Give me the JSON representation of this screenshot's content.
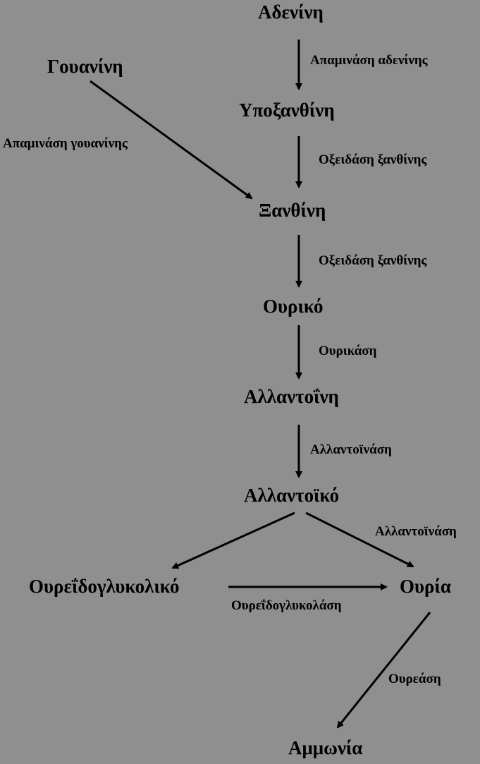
{
  "diagram": {
    "nodes": {
      "adenine": "Αδενίνη",
      "guanine": "Γουανίνη",
      "hypoxanthine": "Υποξανθίνη",
      "xanthine": "Ξανθίνη",
      "uric": "Ουρικό",
      "allantoin": "Αλλαντοΐνη",
      "allantoic": "Αλλαντοϊκό",
      "ureidoglycolic": "Ουρεΐδογλυκολικό",
      "urea": "Ουρία",
      "ammonia": "Αμμωνία"
    },
    "enzymes": {
      "adenine_deaminase": "Απαμινάση αδενίνης",
      "guanine_deaminase": "Απαμινάση γουανίνης",
      "xanthine_oxidase_1": "Οξειδάση ξανθίνης",
      "xanthine_oxidase_2": "Οξειδάση ξανθίνης",
      "uricase": "Ουρικάση",
      "allantoinase_1": "Αλλαντοϊνάση",
      "allantoinase_2": "Αλλαντοϊνάση",
      "ureidoglycolase": "Ουρεΐδογλυκολάση",
      "urease": "Ουρεάση"
    },
    "colors": {
      "background": "#8f8f8f",
      "text": "#000000",
      "arrow": "#000000"
    }
  }
}
